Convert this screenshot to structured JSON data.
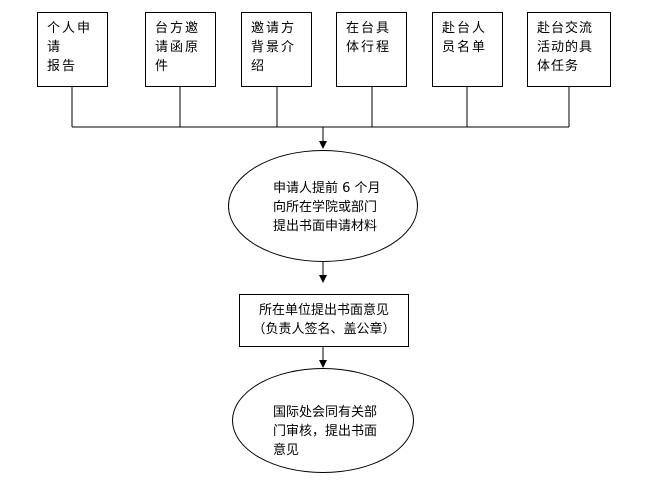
{
  "top_boxes": [
    {
      "label": "个人申请\n报告"
    },
    {
      "label": "台方邀\n请函原\n件"
    },
    {
      "label": "邀请方\n背景介\n绍"
    },
    {
      "label": "在台具\n体行程"
    },
    {
      "label": "赴台人\n员名单"
    },
    {
      "label": "赴台交流\n活动的具\n体任务"
    }
  ],
  "oval1": {
    "line1": "申请人提前 6 个月",
    "line2": "向所在学院或部门",
    "line3": "提出书面申请材料"
  },
  "rect": {
    "line1": "所在单位提出书面意见",
    "line2": "（负责人签名、盖公章）"
  },
  "oval2": {
    "line1": "国际处会同有关部",
    "line2": "门审核，提出书面",
    "line3": "意见"
  }
}
